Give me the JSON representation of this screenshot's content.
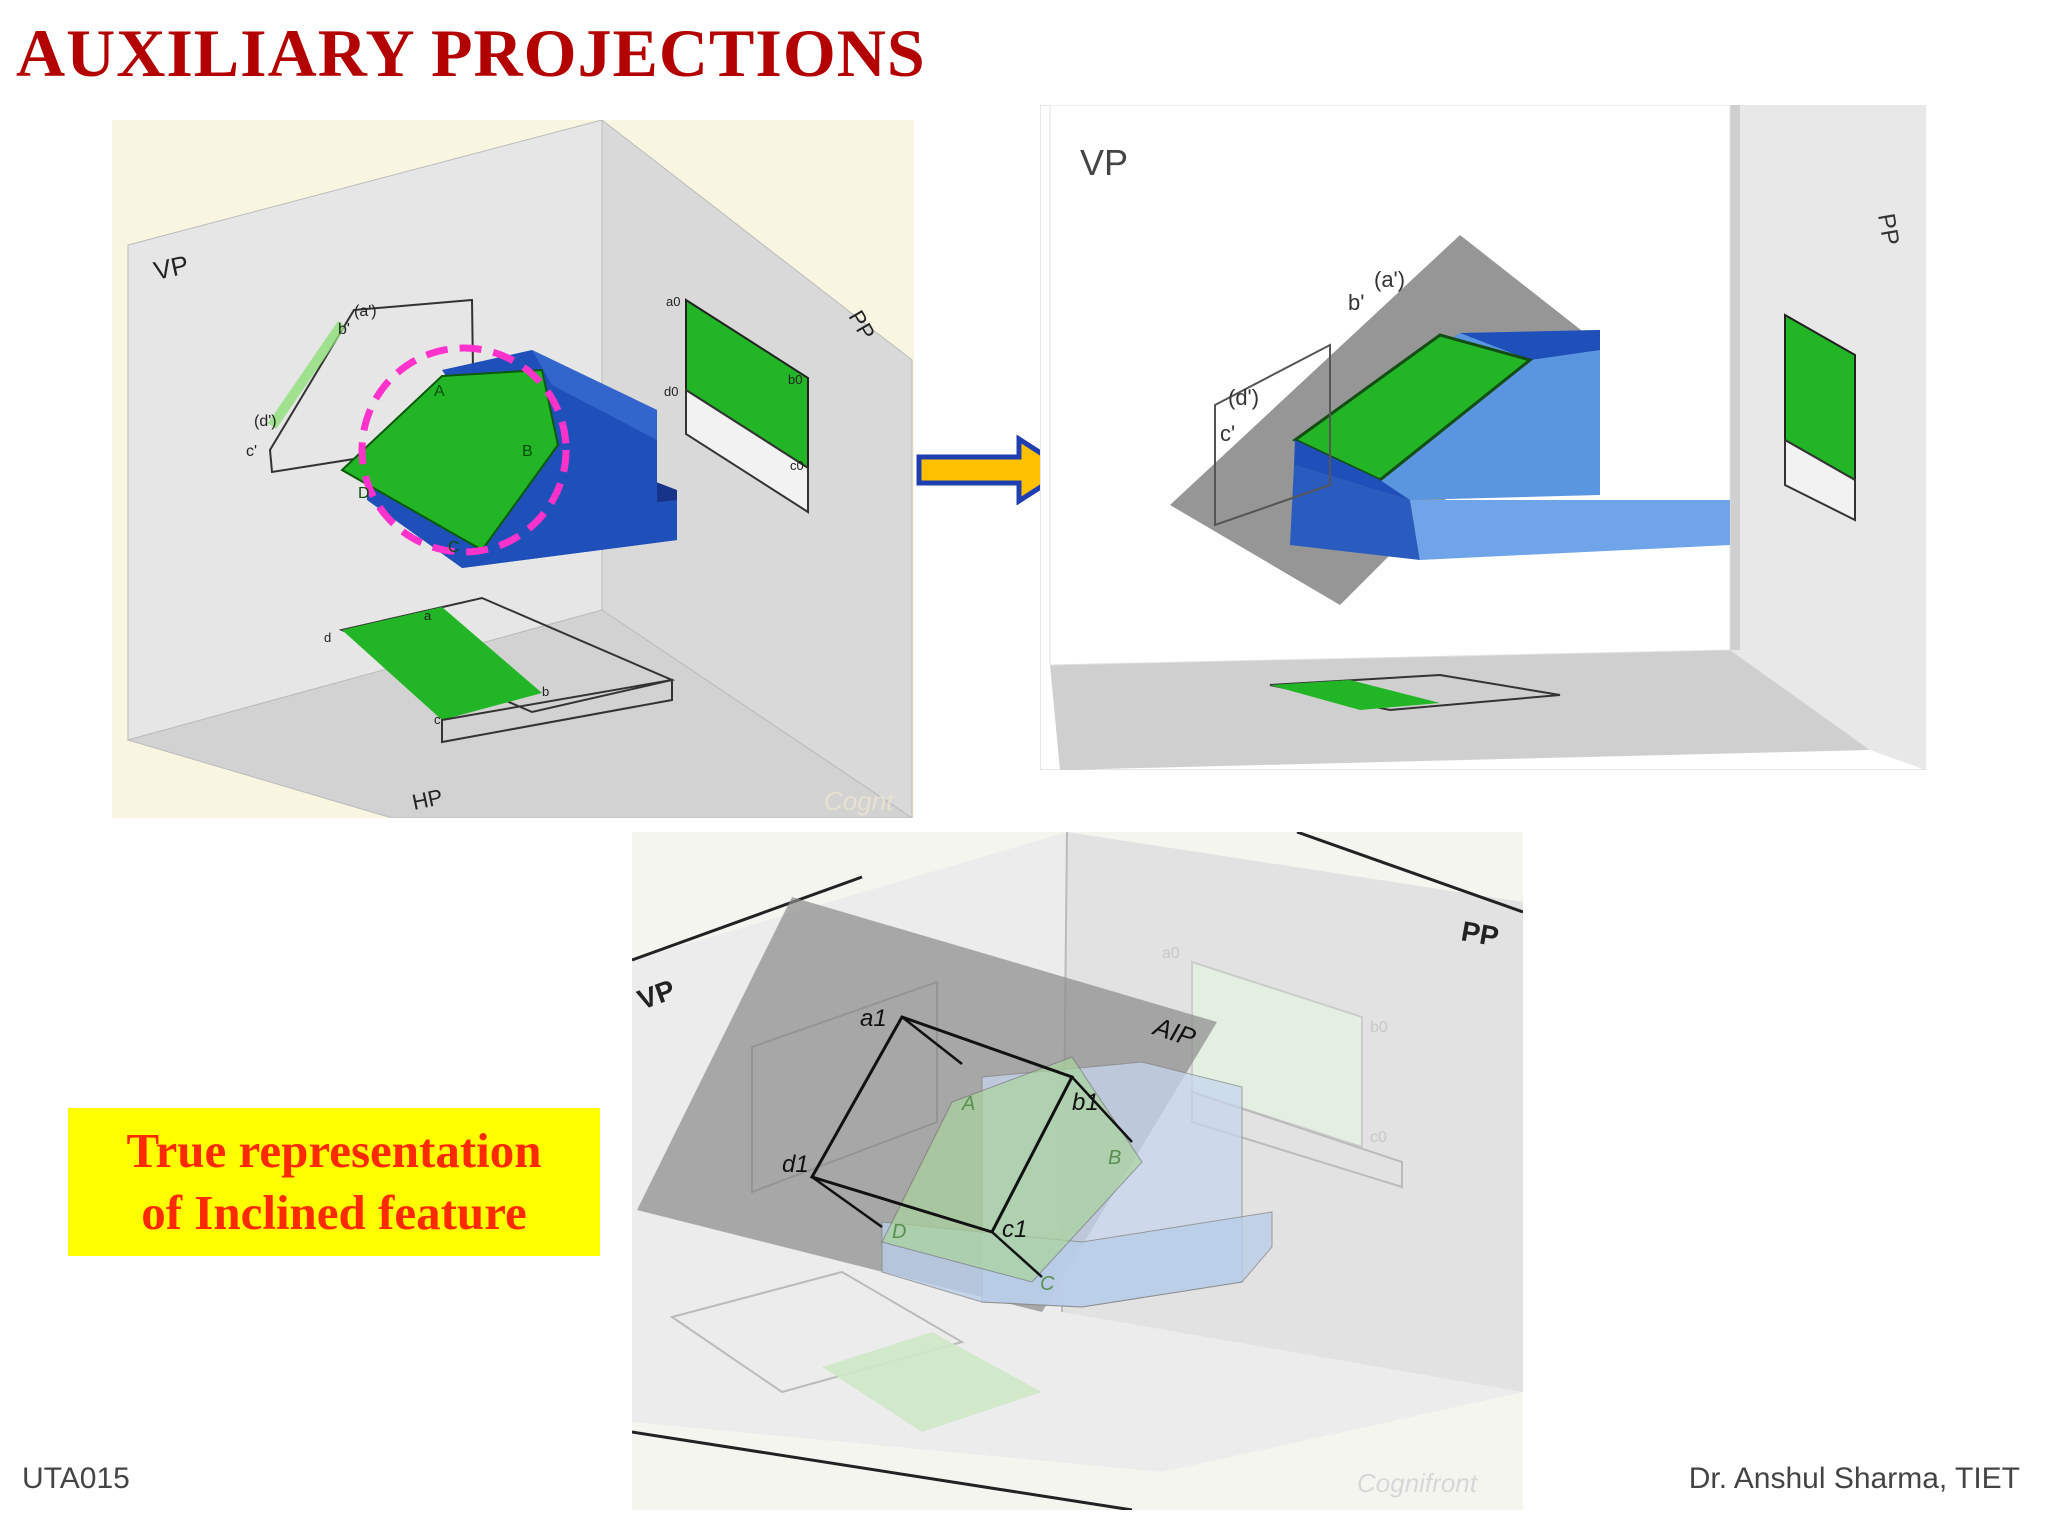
{
  "slide": {
    "title": "AUXILIARY PROJECTIONS",
    "note_line1": "True representation",
    "note_line2": "of Inclined feature",
    "footer_left": "UTA015",
    "footer_right": "Dr. Anshul Sharma, TIET"
  },
  "figure1": {
    "plane_vp": "VP",
    "plane_pp": "PP",
    "plane_hp": "HP",
    "corner_A": "A",
    "corner_B": "B",
    "corner_C": "C",
    "corner_D": "D",
    "lbl_a_prime": "(a')",
    "lbl_b_prime": "b'",
    "lbl_d_prime": "(d')",
    "lbl_c_prime": "c'",
    "lbl_a0": "a0",
    "lbl_b0": "b0",
    "lbl_c0": "c0",
    "lbl_d0": "d0",
    "lbl_a": "a",
    "lbl_b": "b",
    "lbl_c": "c",
    "lbl_d": "d",
    "watermark": "Cognt"
  },
  "figure2": {
    "plane_vp": "VP",
    "plane_pp": "PP",
    "lbl_a_prime": "(a')",
    "lbl_b_prime": "b'",
    "lbl_d_prime": "(d')",
    "lbl_c_prime": "c'"
  },
  "figure3": {
    "plane_vp": "VP",
    "plane_pp": "PP",
    "plane_aip": "AIP",
    "lbl_a1": "a1",
    "lbl_b1": "b1",
    "lbl_c1": "c1",
    "lbl_d1": "d1",
    "corner_A": "A",
    "corner_B": "B",
    "corner_C": "C",
    "corner_D": "D",
    "lbl_a0": "a0",
    "lbl_b0": "b0",
    "lbl_c0": "c0",
    "watermark": "Cognifront"
  },
  "colors": {
    "title": "#b30000",
    "highlight": "#ffff00",
    "note_text": "#ff2a00",
    "face_green": "#22b526",
    "block_blue": "#1f4fb8",
    "arrow_fill": "#ffc000",
    "arrow_stroke": "#1f3fb0",
    "circle": "#ff33cc"
  }
}
